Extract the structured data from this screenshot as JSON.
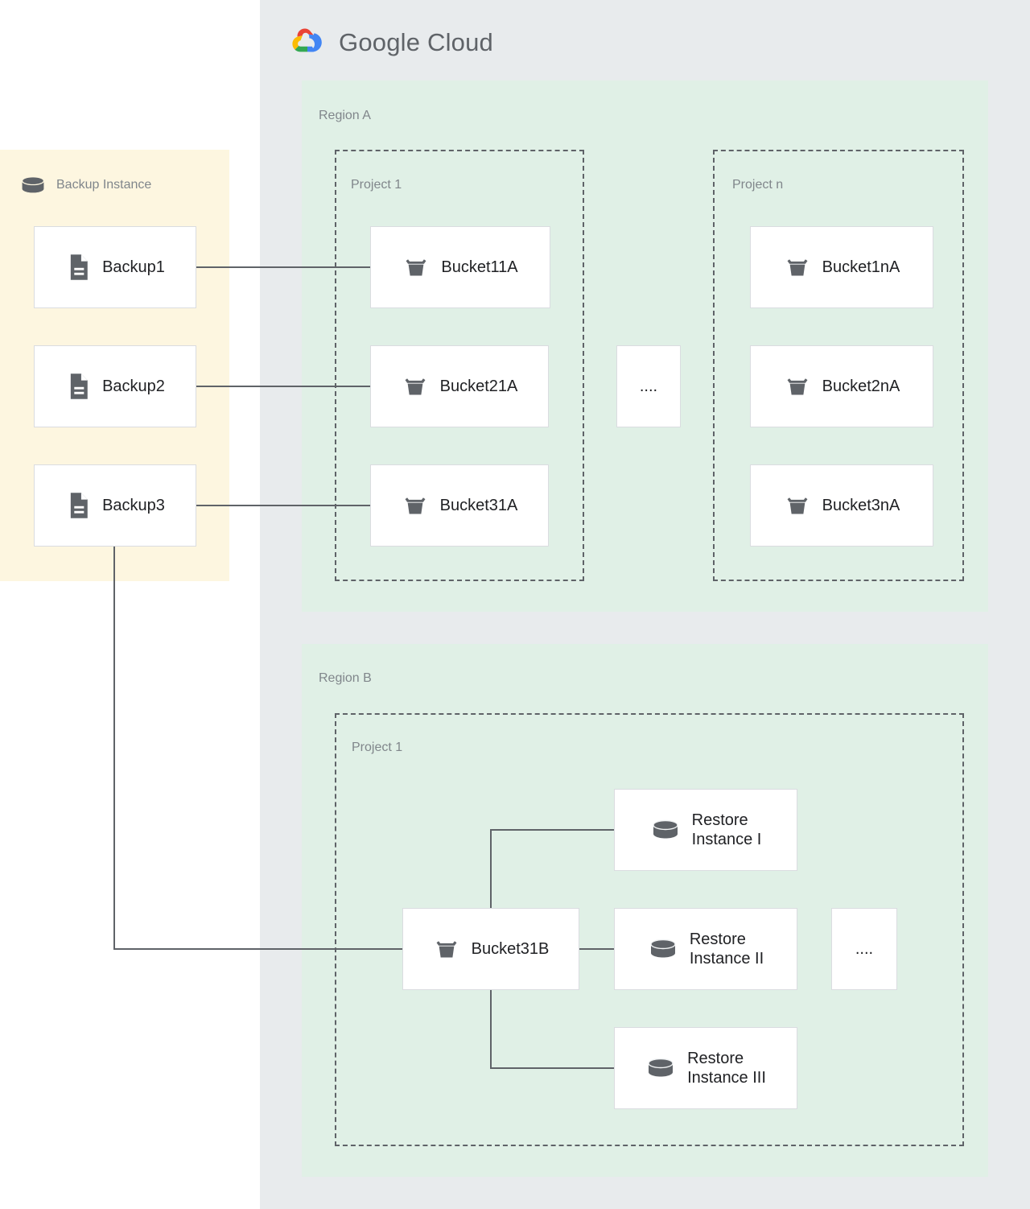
{
  "meta": {
    "title": "Google Cloud Backup and Restore Architecture",
    "colors": {
      "gcp_panel_bg": "#e8ebed",
      "region_bg": "#e0f0e6",
      "backup_panel_bg": "#fdf6e0",
      "card_bg": "#ffffff",
      "card_border": "#dadce0",
      "label_gray": "#80868b",
      "text_dark": "#202124",
      "icon_gray": "#5f6368",
      "edge_stroke": "#5f6368",
      "google_blue": "#4285f4",
      "google_red": "#ea4335",
      "google_yellow": "#fbbc04",
      "google_green": "#34a853"
    }
  },
  "cloud": {
    "logo_icon": "google-cloud-logo-icon",
    "brand_first": "Google",
    "brand_second": "Cloud"
  },
  "backup_panel": {
    "icon": "database-instance-icon",
    "title": "Backup Instance",
    "items": [
      {
        "icon": "document-icon",
        "label": "Backup1"
      },
      {
        "icon": "document-icon",
        "label": "Backup2"
      },
      {
        "icon": "document-icon",
        "label": "Backup3"
      }
    ]
  },
  "regions": [
    {
      "label": "Region A",
      "projects": [
        {
          "label": "Project 1",
          "items": [
            {
              "icon": "bucket-icon",
              "label": "Bucket11A"
            },
            {
              "icon": "bucket-icon",
              "label": "Bucket21A"
            },
            {
              "icon": "bucket-icon",
              "label": "Bucket31A"
            }
          ]
        },
        {
          "label": "Project n",
          "items": [
            {
              "icon": "bucket-icon",
              "label": "Bucket1nA"
            },
            {
              "icon": "bucket-icon",
              "label": "Bucket2nA"
            },
            {
              "icon": "bucket-icon",
              "label": "Bucket3nA"
            }
          ]
        }
      ],
      "ellipsis": "...."
    },
    {
      "label": "Region B",
      "projects": [
        {
          "label": "Project 1",
          "items": [
            {
              "icon": "bucket-icon",
              "label": "Bucket31B"
            },
            {
              "icon": "database-instance-icon",
              "label": "Restore\nInstance I"
            },
            {
              "icon": "database-instance-icon",
              "label": "Restore\nInstance II"
            },
            {
              "icon": "database-instance-icon",
              "label": "Restore\nInstance III"
            }
          ]
        }
      ],
      "ellipsis": "...."
    }
  ],
  "connections": [
    {
      "from": "Backup1",
      "to": "Bucket11A"
    },
    {
      "from": "Backup2",
      "to": "Bucket21A"
    },
    {
      "from": "Backup3",
      "to": "Bucket31A"
    },
    {
      "from": "Backup3",
      "to": "Bucket31B"
    },
    {
      "from": "Bucket31B",
      "to": "Restore Instance I"
    },
    {
      "from": "Bucket31B",
      "to": "Restore Instance II"
    },
    {
      "from": "Bucket31B",
      "to": "Restore Instance III"
    }
  ]
}
